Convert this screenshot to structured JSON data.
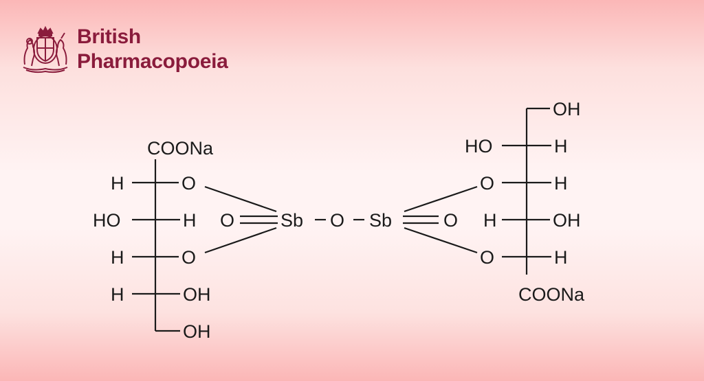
{
  "brand": {
    "line1": "British",
    "line2": "Pharmacopoeia",
    "color": "#8a1c3c",
    "logo_icon": "royal-coat-of-arms-icon"
  },
  "diagram": {
    "type": "chemical-structure",
    "left_unit": {
      "top_group": "COONa",
      "rows": [
        {
          "left": "H",
          "right": "O"
        },
        {
          "left": "HO",
          "right": "H"
        },
        {
          "left": "H",
          "right": "O"
        },
        {
          "left": "H",
          "right": "OH"
        }
      ],
      "bottom_group": "OH"
    },
    "center": {
      "sb_left": "Sb",
      "bridge_o": "O",
      "sb_right": "Sb",
      "oxo_left": "O",
      "oxo_right": "O"
    },
    "right_unit": {
      "top_group": "OH",
      "rows": [
        {
          "left": "HO",
          "right": "H"
        },
        {
          "left": "O",
          "right": "H"
        },
        {
          "left": "H",
          "right": "OH"
        },
        {
          "left": "O",
          "right": "H"
        }
      ],
      "bottom_group": "COONa"
    }
  }
}
